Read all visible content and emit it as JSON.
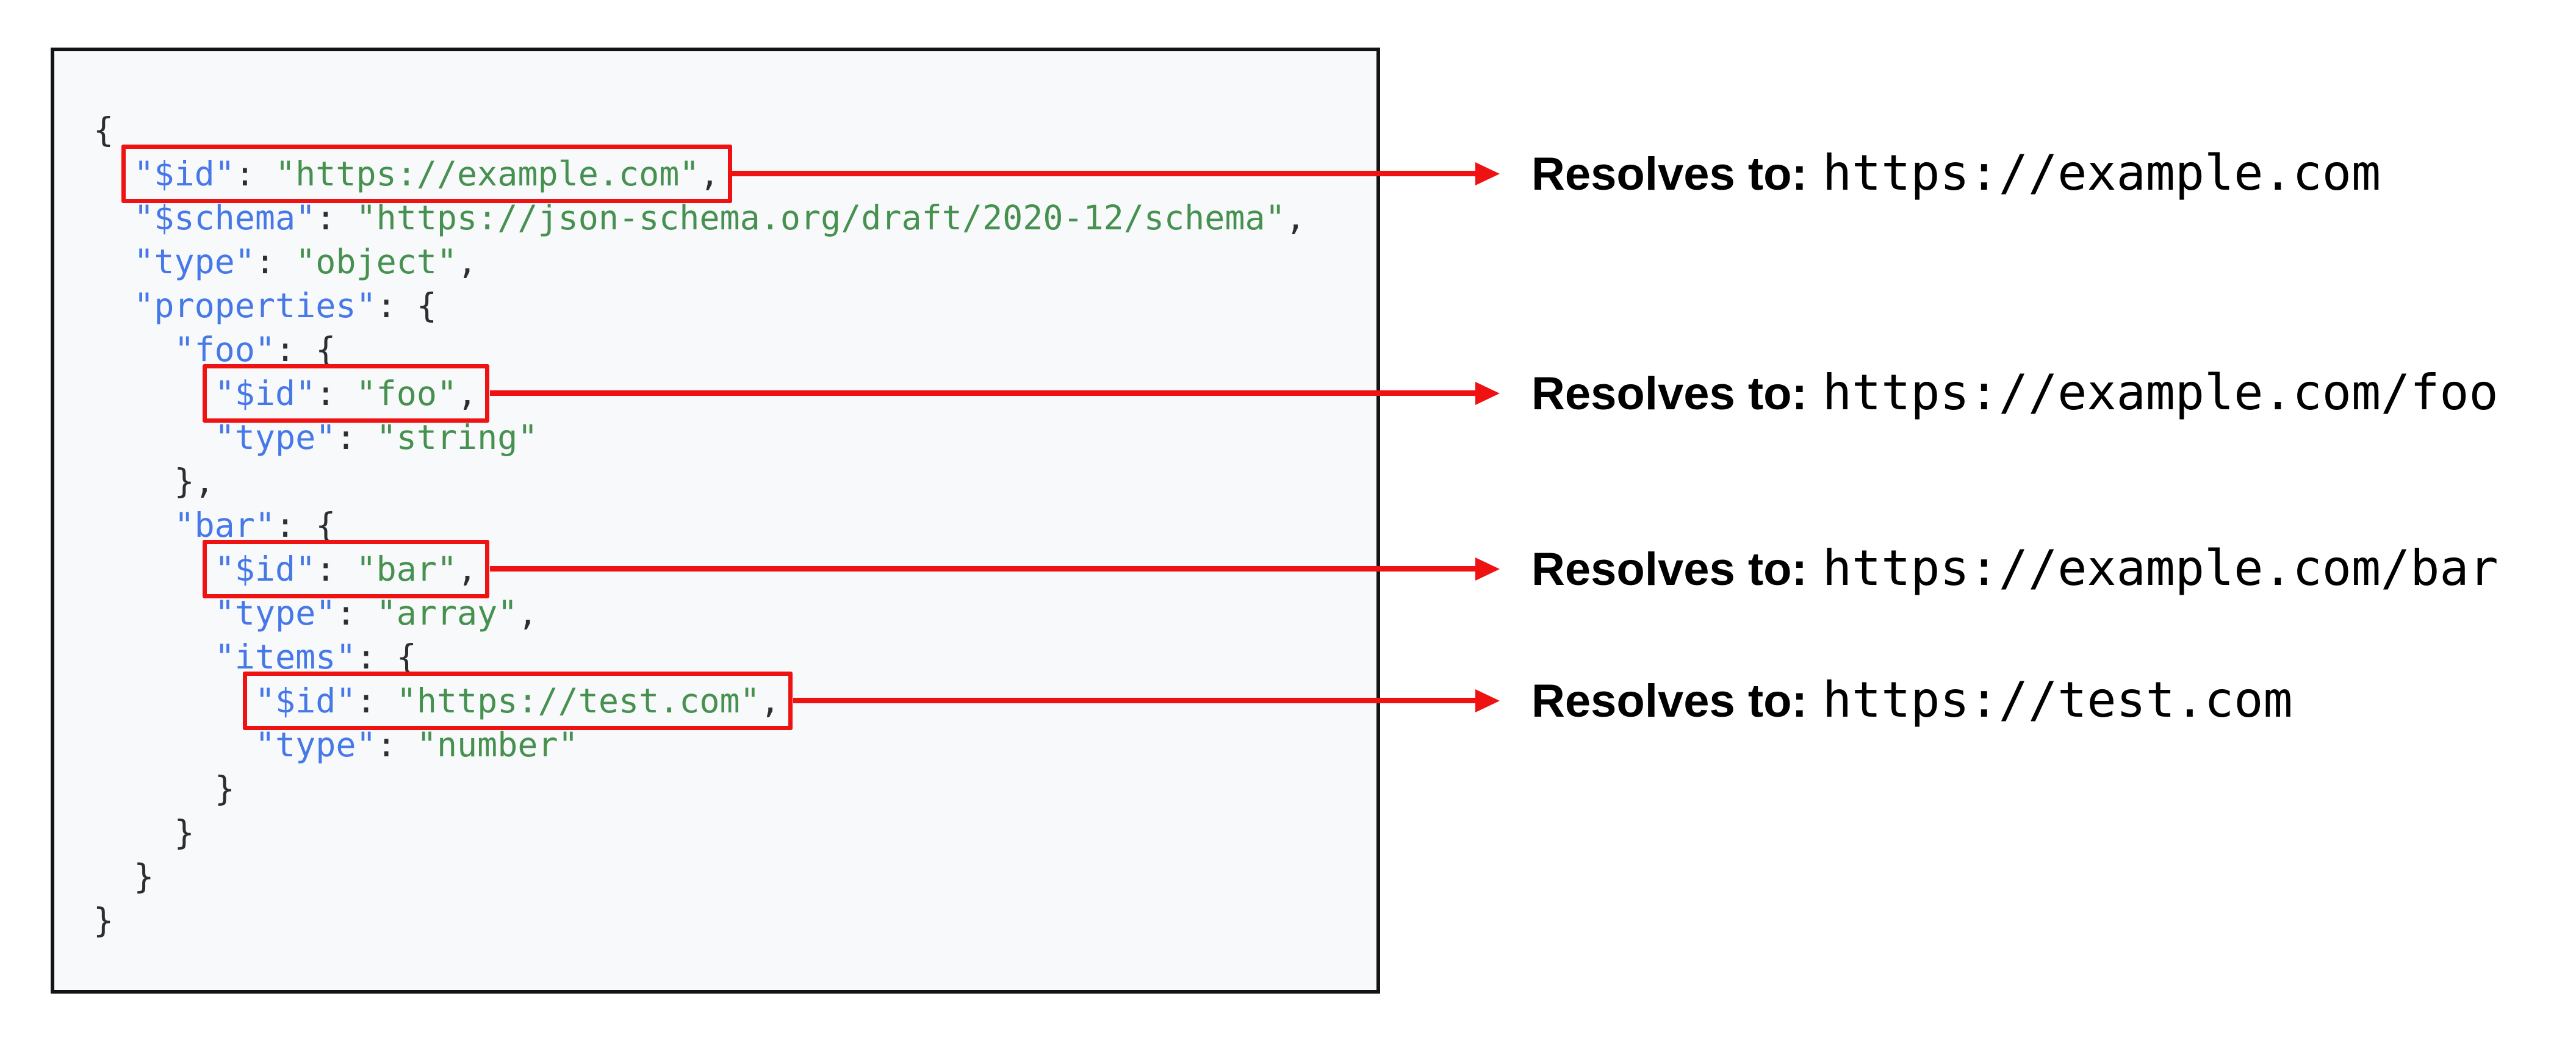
{
  "colors": {
    "red": "#ee1212",
    "key_blue": "#4678e8",
    "string_green": "#469150",
    "punctuation": "#2b2e33",
    "panel_background": "#f8f9fa",
    "panel_border": "#141414",
    "annotation_text": "#000000"
  },
  "code_panel": {
    "language": "json",
    "lines": [
      {
        "indent": 0,
        "hl": false,
        "tokens": [
          {
            "type": "pun",
            "text": "{"
          }
        ]
      },
      {
        "indent": 1,
        "hl": true,
        "tokens": [
          {
            "type": "key",
            "text": "\"$id\""
          },
          {
            "type": "pun",
            "text": ": "
          },
          {
            "type": "str",
            "text": "\"https://example.com\""
          },
          {
            "type": "pun",
            "text": ","
          }
        ]
      },
      {
        "indent": 1,
        "hl": false,
        "tokens": [
          {
            "type": "key",
            "text": "\"$schema\""
          },
          {
            "type": "pun",
            "text": ": "
          },
          {
            "type": "str",
            "text": "\"https://json-schema.org/draft/2020-12/schema\""
          },
          {
            "type": "pun",
            "text": ","
          }
        ]
      },
      {
        "indent": 1,
        "hl": false,
        "tokens": [
          {
            "type": "key",
            "text": "\"type\""
          },
          {
            "type": "pun",
            "text": ": "
          },
          {
            "type": "str",
            "text": "\"object\""
          },
          {
            "type": "pun",
            "text": ","
          }
        ]
      },
      {
        "indent": 1,
        "hl": false,
        "tokens": [
          {
            "type": "key",
            "text": "\"properties\""
          },
          {
            "type": "pun",
            "text": ": {"
          }
        ]
      },
      {
        "indent": 2,
        "hl": false,
        "tokens": [
          {
            "type": "key",
            "text": "\"foo\""
          },
          {
            "type": "pun",
            "text": ": {"
          }
        ]
      },
      {
        "indent": 3,
        "hl": true,
        "tokens": [
          {
            "type": "key",
            "text": "\"$id\""
          },
          {
            "type": "pun",
            "text": ": "
          },
          {
            "type": "str",
            "text": "\"foo\""
          },
          {
            "type": "pun",
            "text": ","
          }
        ]
      },
      {
        "indent": 3,
        "hl": false,
        "tokens": [
          {
            "type": "key",
            "text": "\"type\""
          },
          {
            "type": "pun",
            "text": ": "
          },
          {
            "type": "str",
            "text": "\"string\""
          }
        ]
      },
      {
        "indent": 2,
        "hl": false,
        "tokens": [
          {
            "type": "pun",
            "text": "},"
          }
        ]
      },
      {
        "indent": 2,
        "hl": false,
        "tokens": [
          {
            "type": "key",
            "text": "\"bar\""
          },
          {
            "type": "pun",
            "text": ": {"
          }
        ]
      },
      {
        "indent": 3,
        "hl": true,
        "tokens": [
          {
            "type": "key",
            "text": "\"$id\""
          },
          {
            "type": "pun",
            "text": ": "
          },
          {
            "type": "str",
            "text": "\"bar\""
          },
          {
            "type": "pun",
            "text": ","
          }
        ]
      },
      {
        "indent": 3,
        "hl": false,
        "tokens": [
          {
            "type": "key",
            "text": "\"type\""
          },
          {
            "type": "pun",
            "text": ": "
          },
          {
            "type": "str",
            "text": "\"array\""
          },
          {
            "type": "pun",
            "text": ","
          }
        ]
      },
      {
        "indent": 3,
        "hl": false,
        "tokens": [
          {
            "type": "key",
            "text": "\"items\""
          },
          {
            "type": "pun",
            "text": ": {"
          }
        ]
      },
      {
        "indent": 4,
        "hl": true,
        "tokens": [
          {
            "type": "key",
            "text": "\"$id\""
          },
          {
            "type": "pun",
            "text": ": "
          },
          {
            "type": "str",
            "text": "\"https://test.com\""
          },
          {
            "type": "pun",
            "text": ","
          }
        ]
      },
      {
        "indent": 4,
        "hl": false,
        "tokens": [
          {
            "type": "key",
            "text": "\"type\""
          },
          {
            "type": "pun",
            "text": ": "
          },
          {
            "type": "str",
            "text": "\"number\""
          }
        ]
      },
      {
        "indent": 3,
        "hl": false,
        "tokens": [
          {
            "type": "pun",
            "text": "}"
          }
        ]
      },
      {
        "indent": 2,
        "hl": false,
        "tokens": [
          {
            "type": "pun",
            "text": "}"
          }
        ]
      },
      {
        "indent": 1,
        "hl": false,
        "tokens": [
          {
            "type": "pun",
            "text": "}"
          }
        ]
      },
      {
        "indent": 0,
        "hl": false,
        "tokens": [
          {
            "type": "pun",
            "text": "}"
          }
        ]
      }
    ]
  },
  "annotations": [
    {
      "label": "Resolves to:",
      "value": "https://example.com"
    },
    {
      "label": "Resolves to:",
      "value": "https://example.com/foo"
    },
    {
      "label": "Resolves to:",
      "value": "https://example.com/bar"
    },
    {
      "label": "Resolves to:",
      "value": "https://test.com"
    }
  ]
}
